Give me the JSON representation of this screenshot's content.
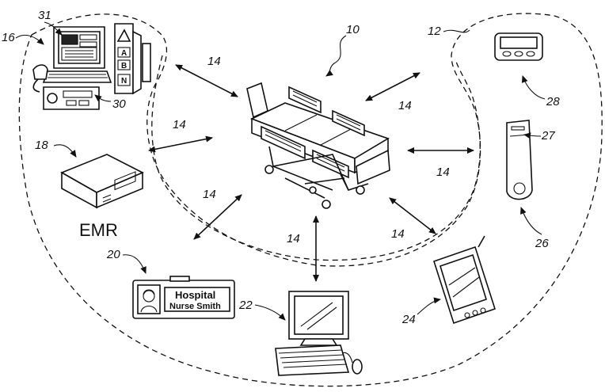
{
  "labels": {
    "ref_10": "10",
    "ref_12": "12",
    "ref_14": "14",
    "ref_16": "16",
    "ref_18": "18",
    "ref_20": "20",
    "ref_22": "22",
    "ref_24": "24",
    "ref_26": "26",
    "ref_27": "27",
    "ref_28": "28",
    "ref_30": "30",
    "ref_31": "31",
    "emr": "EMR"
  },
  "badge": {
    "line1": "Hospital",
    "line2": "Nurse Smith"
  },
  "keypad": {
    "letter_a": "A",
    "letter_b": "B",
    "letter_n": "N"
  },
  "icons": [
    "hospital-bed-icon",
    "workstation-icon",
    "server-box-icon",
    "id-badge-icon",
    "desktop-computer-icon",
    "pda-icon",
    "phone-handset-icon",
    "pager-icon",
    "double-arrow-icon"
  ]
}
